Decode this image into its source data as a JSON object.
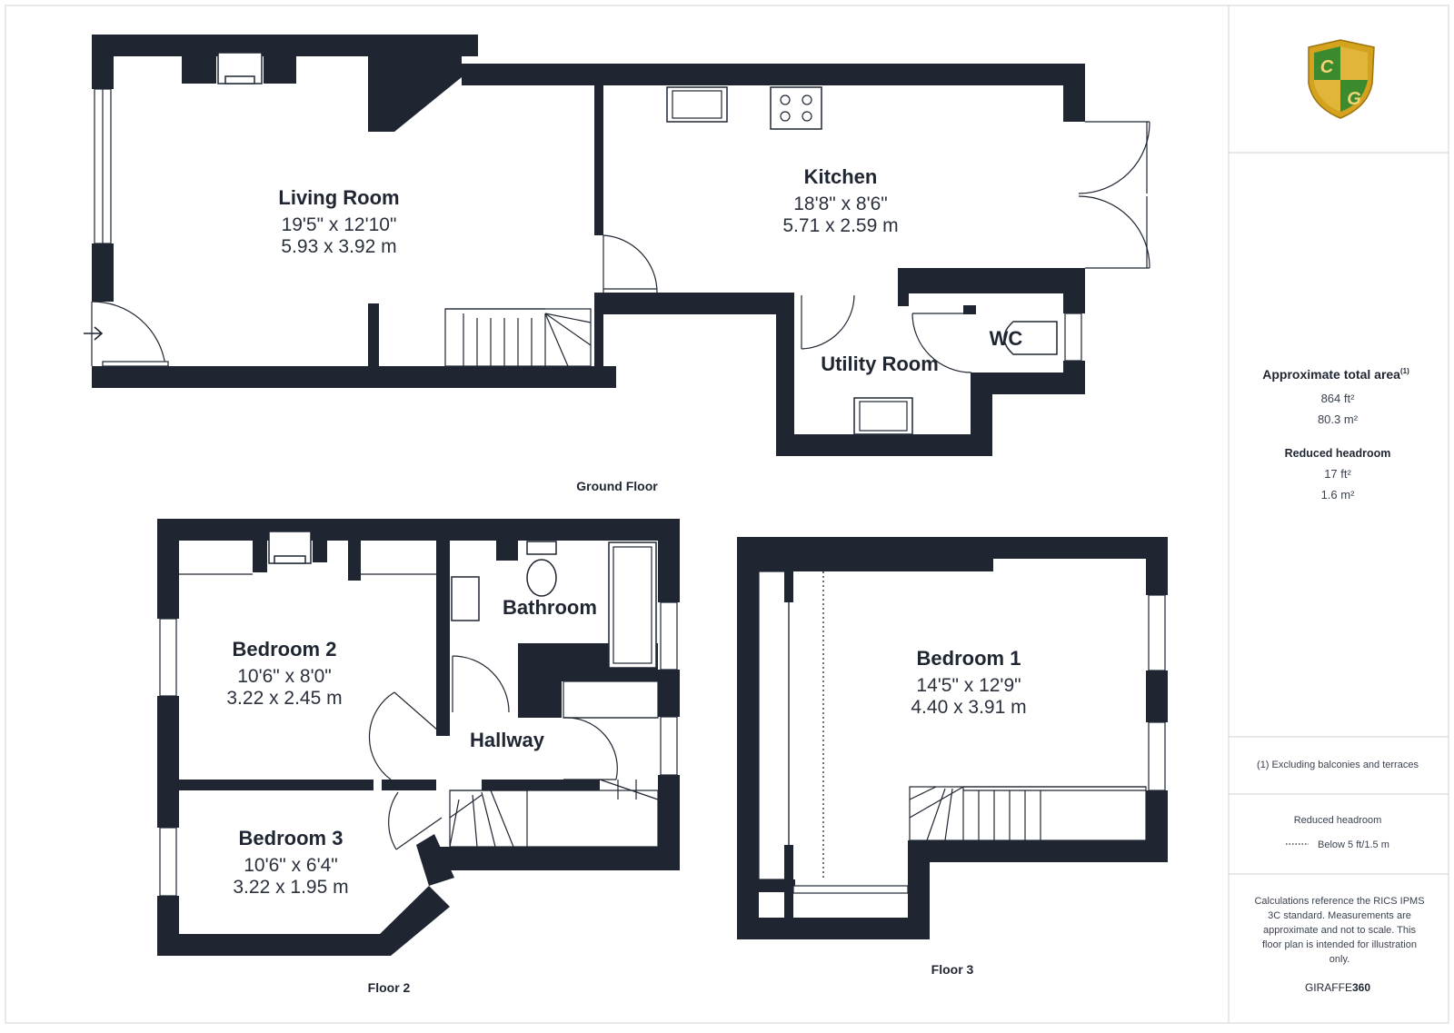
{
  "floors": {
    "ground": {
      "label": "Ground Floor",
      "rooms": {
        "living_room": {
          "name": "Living Room",
          "dim_imperial": "19'5\" x 12'10\"",
          "dim_metric": "5.93 x 3.92 m"
        },
        "kitchen": {
          "name": "Kitchen",
          "dim_imperial": "18'8\" x 8'6\"",
          "dim_metric": "5.71 x 2.59 m"
        },
        "utility_room": {
          "name": "Utility Room"
        },
        "wc": {
          "name": "WC"
        }
      }
    },
    "floor2": {
      "label": "Floor 2",
      "rooms": {
        "bedroom2": {
          "name": "Bedroom 2",
          "dim_imperial": "10'6\" x 8'0\"",
          "dim_metric": "3.22 x 2.45 m"
        },
        "bedroom3": {
          "name": "Bedroom 3",
          "dim_imperial": "10'6\" x 6'4\"",
          "dim_metric": "3.22 x 1.95 m"
        },
        "bathroom": {
          "name": "Bathroom"
        },
        "hallway": {
          "name": "Hallway"
        }
      }
    },
    "floor3": {
      "label": "Floor 3",
      "rooms": {
        "bedroom1": {
          "name": "Bedroom 1",
          "dim_imperial": "14'5\" x 12'9\"",
          "dim_metric": "4.40 x 3.91 m"
        }
      }
    }
  },
  "panel": {
    "logo": {
      "icon": "shield-logo",
      "letters": [
        "C",
        "G"
      ],
      "colors": {
        "gold": "#d4a21c",
        "green": "#3c8a2e"
      }
    },
    "total_area_title": "Approximate total area",
    "total_area_sup": "(1)",
    "total_area_ft": "864 ft²",
    "total_area_m": "80.3 m²",
    "reduced_title": "Reduced headroom",
    "reduced_ft": "17 ft²",
    "reduced_m": "1.6 m²",
    "footnote": "(1) Excluding balconies and terraces",
    "legend_title": "Reduced headroom",
    "legend_item": "Below 5 ft/1.5 m",
    "disclaimer": [
      "Calculations reference the RICS IPMS",
      "3C standard. Measurements are",
      "approximate and not to scale. This",
      "floor plan is intended for illustration",
      "only."
    ],
    "brand_regular": "GIRAFFE",
    "brand_bold": "360"
  }
}
